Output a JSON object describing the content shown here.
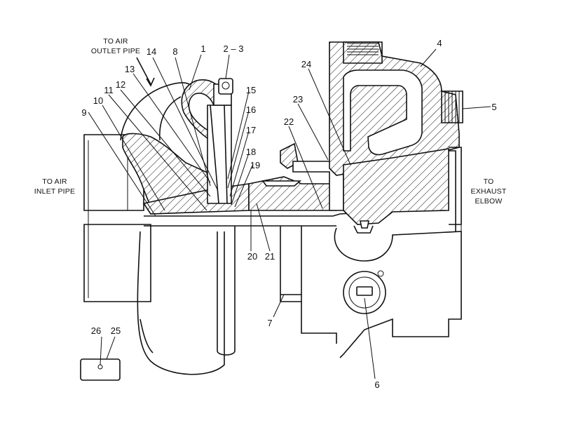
{
  "captions": {
    "air_outlet": [
      "TO AIR",
      "OUTLET PIPE"
    ],
    "air_inlet": [
      "TO AIR",
      "INLET PIPE"
    ],
    "exhaust": [
      "TO",
      "EXHAUST",
      "ELBOW"
    ]
  },
  "callouts": {
    "c1": "1",
    "c2_3": "2 – 3",
    "c4": "4",
    "c5": "5",
    "c6": "6",
    "c7": "7",
    "c8": "8",
    "c9": "9",
    "c10": "10",
    "c11": "11",
    "c12": "12",
    "c13": "13",
    "c14": "14",
    "c15": "15",
    "c16": "16",
    "c17": "17",
    "c18": "18",
    "c19": "19",
    "c20": "20",
    "c21": "21",
    "c22": "22",
    "c23": "23",
    "c24": "24",
    "c25": "25",
    "c26": "26"
  }
}
